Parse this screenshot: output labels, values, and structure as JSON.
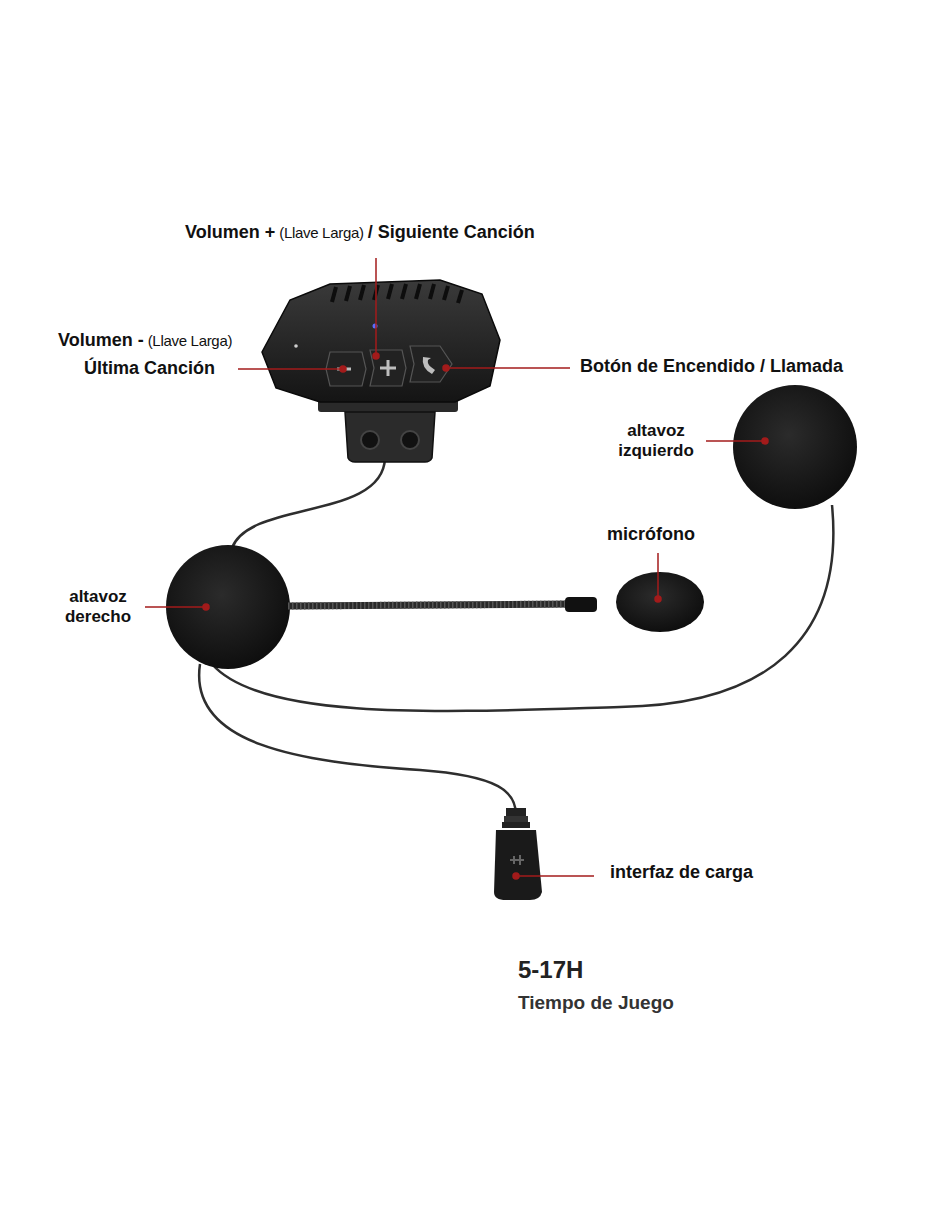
{
  "diagram": {
    "labels": [
      "Volumen +",
      "(Llave Larga)",
      "/ Siguiente Canción",
      "Volumen -",
      "(Llave Larga)",
      "Última Canción",
      "Botón de Encendido / Llamada",
      "altavoz izquierdo",
      "micrófono",
      "altavoz derecho",
      "interfaz de carga",
      "5-17H",
      "Tiempo de Juego"
    ]
  }
}
